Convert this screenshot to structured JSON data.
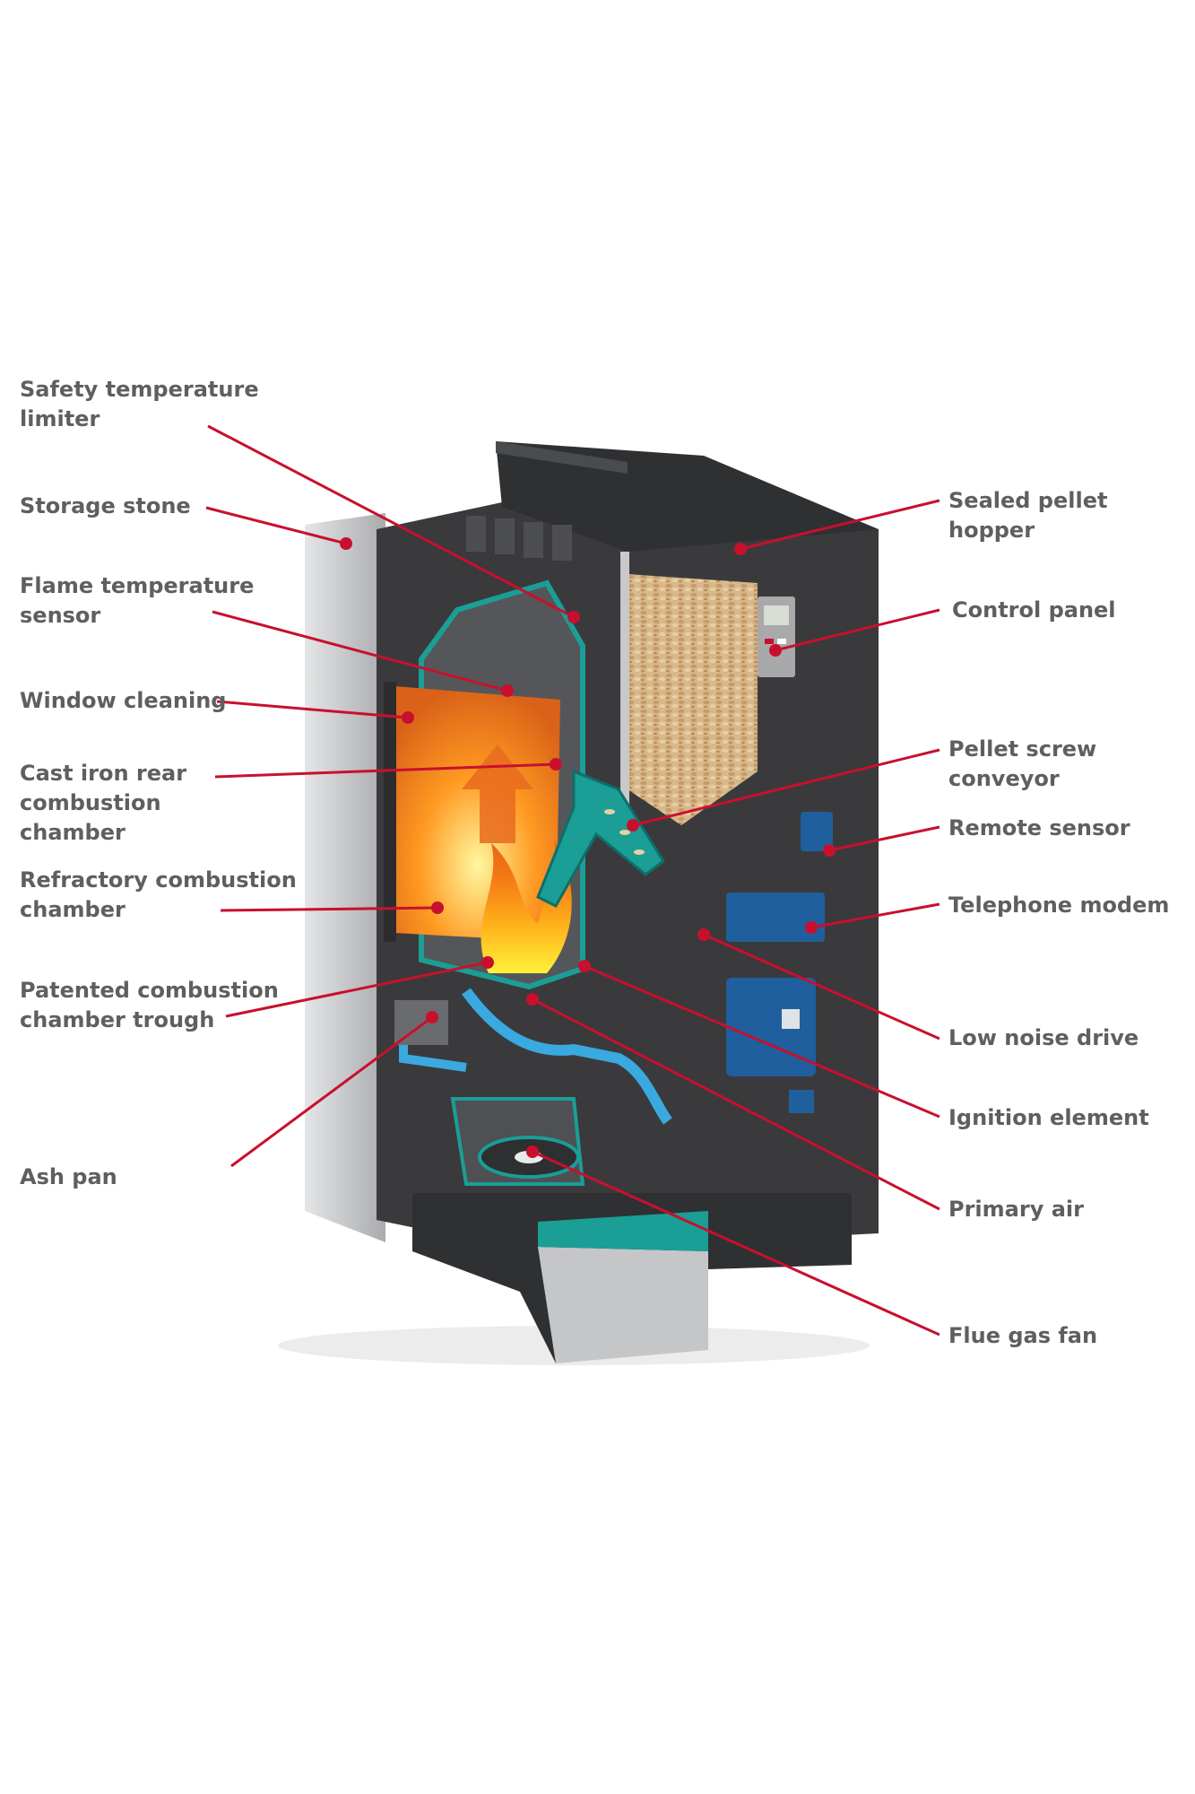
{
  "colors": {
    "leader": "#c8102e",
    "label_text": "#5f5f5f",
    "accent_teal": "#1a9e96",
    "body_dark": "#3a3a3c",
    "panel_light": "#c8c9cb"
  },
  "labels": {
    "left": [
      {
        "id": "safety-temperature-limiter",
        "text": "Safety temperature\nlimiter"
      },
      {
        "id": "storage-stone",
        "text": "Storage stone"
      },
      {
        "id": "flame-temperature-sensor",
        "text": "Flame temperature\nsensor"
      },
      {
        "id": "window-cleaning",
        "text": "Window cleaning"
      },
      {
        "id": "cast-iron-rear-combustion-chamber",
        "text": "Cast iron rear\ncombustion\nchamber"
      },
      {
        "id": "refractory-combustion-chamber",
        "text": "Refractory combustion\nchamber"
      },
      {
        "id": "patented-combustion-chamber-trough",
        "text": "Patented combustion\nchamber trough"
      },
      {
        "id": "ash-pan",
        "text": "Ash pan"
      }
    ],
    "right": [
      {
        "id": "sealed-pellet-hopper",
        "text": "Sealed pellet\nhopper"
      },
      {
        "id": "control-panel",
        "text": "Control panel"
      },
      {
        "id": "pellet-screw-conveyor",
        "text": "Pellet screw conveyor"
      },
      {
        "id": "remote-sensor",
        "text": "Remote sensor"
      },
      {
        "id": "telephone-modem",
        "text": "Telephone modem"
      },
      {
        "id": "low-noise-drive",
        "text": "Low noise drive"
      },
      {
        "id": "ignition-element",
        "text": "Ignition element"
      },
      {
        "id": "primary-air",
        "text": "Primary air"
      },
      {
        "id": "flue-gas-fan",
        "text": "Flue gas fan"
      }
    ]
  }
}
